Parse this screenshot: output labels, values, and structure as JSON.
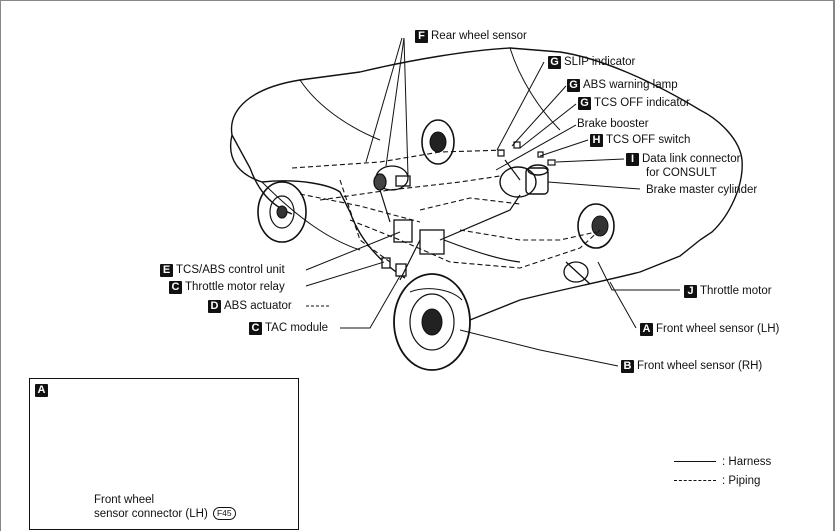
{
  "callouts": {
    "rear_wheel_sensor": {
      "letter": "F",
      "text": "Rear wheel sensor"
    },
    "slip_indicator": {
      "letter": "G",
      "text": "SLIP indicator"
    },
    "abs_warning_lamp": {
      "letter": "G",
      "text": "ABS warning lamp"
    },
    "tcs_off_indicator": {
      "letter": "G",
      "text": "TCS OFF indicator"
    },
    "brake_booster": {
      "text": "Brake booster"
    },
    "tcs_off_switch": {
      "letter": "H",
      "text": "TCS OFF switch"
    },
    "data_link_connector": {
      "letter": "I",
      "text": "Data link connector",
      "text2": "for CONSULT"
    },
    "brake_master_cylinder": {
      "text": "Brake master cylinder"
    },
    "tcs_abs_control_unit": {
      "letter": "E",
      "text": "TCS/ABS control unit"
    },
    "throttle_motor_relay": {
      "letter": "C",
      "text": "Throttle motor relay"
    },
    "abs_actuator": {
      "letter": "D",
      "text": "ABS actuator"
    },
    "tac_module": {
      "letter": "C",
      "text": "TAC module"
    },
    "throttle_motor": {
      "letter": "J",
      "text": "Throttle motor"
    },
    "front_wheel_sensor_lh": {
      "letter": "A",
      "text": "Front wheel sensor (LH)"
    },
    "front_wheel_sensor_rh": {
      "letter": "B",
      "text": "Front wheel sensor (RH)"
    }
  },
  "inset": {
    "letter": "A",
    "caption_line1": "Front wheel",
    "caption_line2": "sensor connector (LH)",
    "connector_code": "F45"
  },
  "legend": {
    "harness": ": Harness",
    "piping": ": Piping"
  }
}
